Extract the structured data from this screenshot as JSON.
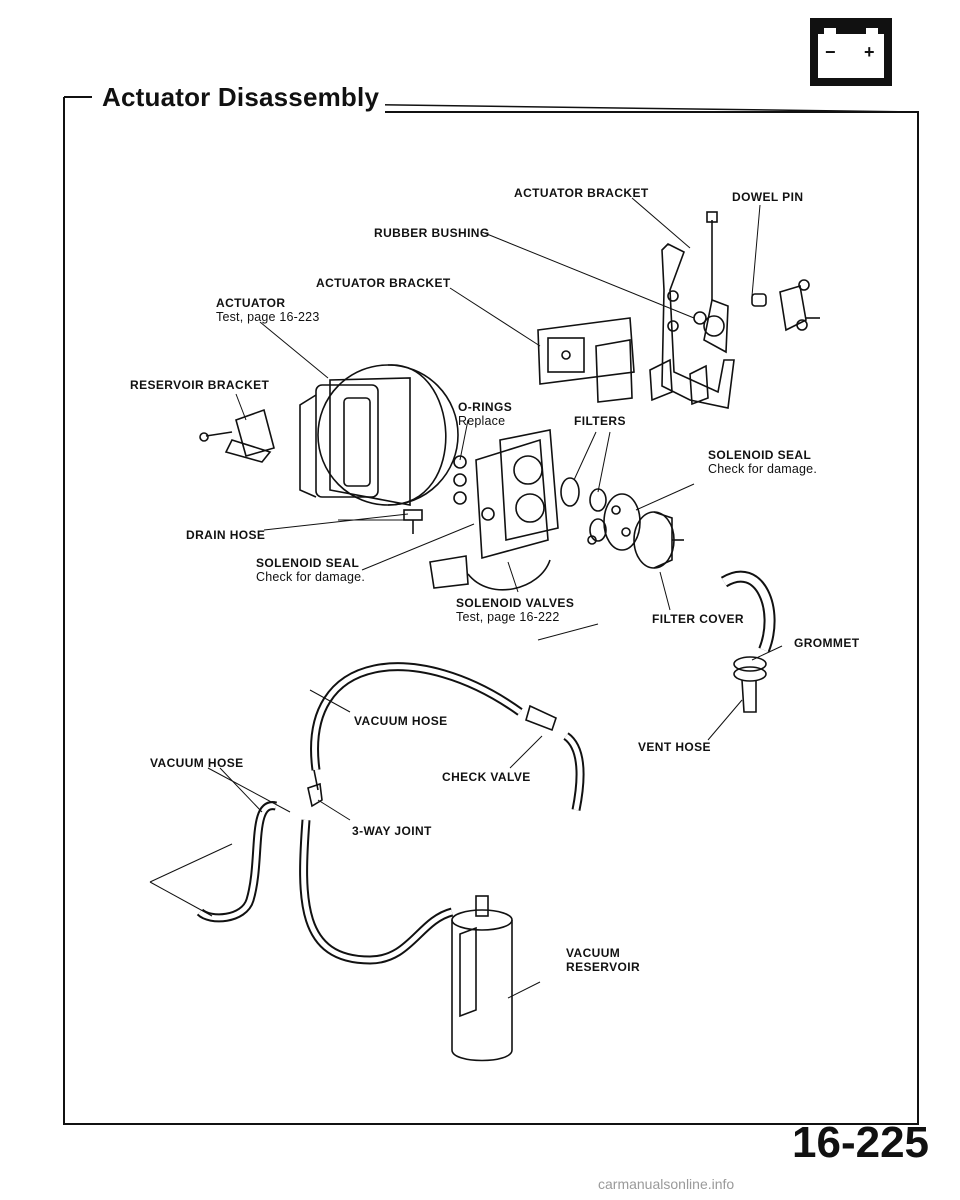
{
  "header": {
    "title": "Actuator Disassembly",
    "battery_icon": "battery-icon",
    "battery_minus": "−",
    "battery_plus": "+"
  },
  "labels": {
    "actuator_bracket_top": "ACTUATOR BRACKET",
    "dowel_pin": "DOWEL PIN",
    "rubber_bushing": "RUBBER BUSHING",
    "actuator_bracket_mid": "ACTUATOR BRACKET",
    "actuator": "ACTUATOR",
    "actuator_note": "Test, page 16-223",
    "reservoir_bracket": "RESERVOIR BRACKET",
    "o_rings": "O-RINGS",
    "o_rings_note": "Replace",
    "filters": "FILTERS",
    "solenoid_seal_right": "SOLENOID SEAL",
    "solenoid_seal_right_note": "Check for damage.",
    "drain_hose": "DRAIN HOSE",
    "solenoid_seal_left": "SOLENOID SEAL",
    "solenoid_seal_left_note": "Check for damage.",
    "solenoid_valves": "SOLENOID VALVES",
    "solenoid_valves_note": "Test, page 16-222",
    "filter_cover": "FILTER COVER",
    "grommet": "GROMMET",
    "vacuum_hose_upper": "VACUUM HOSE",
    "vent_hose": "VENT HOSE",
    "vacuum_hose_left": "VACUUM HOSE",
    "check_valve": "CHECK VALVE",
    "three_way_joint": "3-WAY JOINT",
    "vacuum_reservoir_1": "VACUUM",
    "vacuum_reservoir_2": "RESERVOIR"
  },
  "footer": {
    "page_number": "16-225",
    "watermark": "carmanualsonline.info"
  }
}
